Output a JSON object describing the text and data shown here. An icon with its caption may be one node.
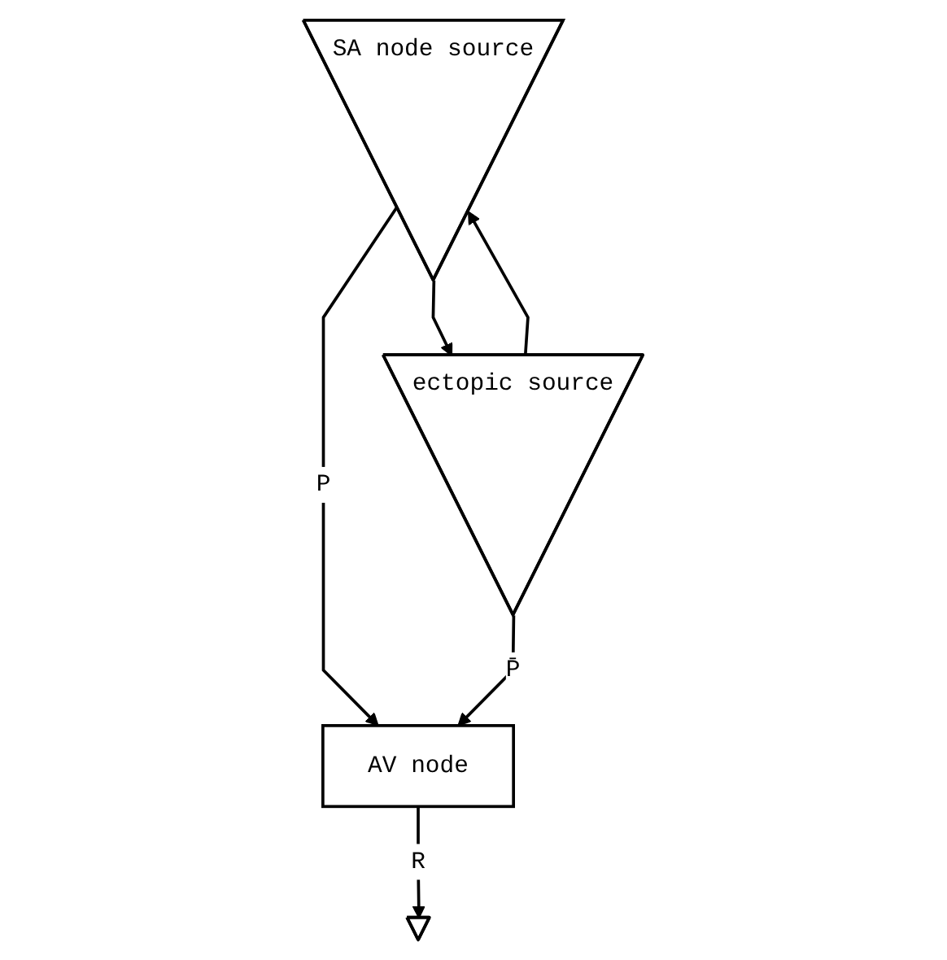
{
  "diagram": {
    "nodes": [
      {
        "text": [
          "SA node source"
        ]
      },
      {
        "text": [
          "ectopic source"
        ]
      },
      {
        "text": [
          "AV node"
        ]
      },
      {
        "text": [],
        "shape": "triangle"
      }
    ],
    "edges": [
      {
        "from": 0,
        "to": 1,
        "arrow": "to"
      },
      {
        "from": 1,
        "to": 0,
        "arrow": "to"
      },
      {
        "from": 0,
        "to": 2,
        "arrow": "to",
        "label": "P"
      },
      {
        "from": 1,
        "to": 2,
        "arrow": "to",
        "label": "P̄"
      },
      {
        "from": 2,
        "to": 3,
        "arrow": "to",
        "label": "R"
      }
    ]
  }
}
